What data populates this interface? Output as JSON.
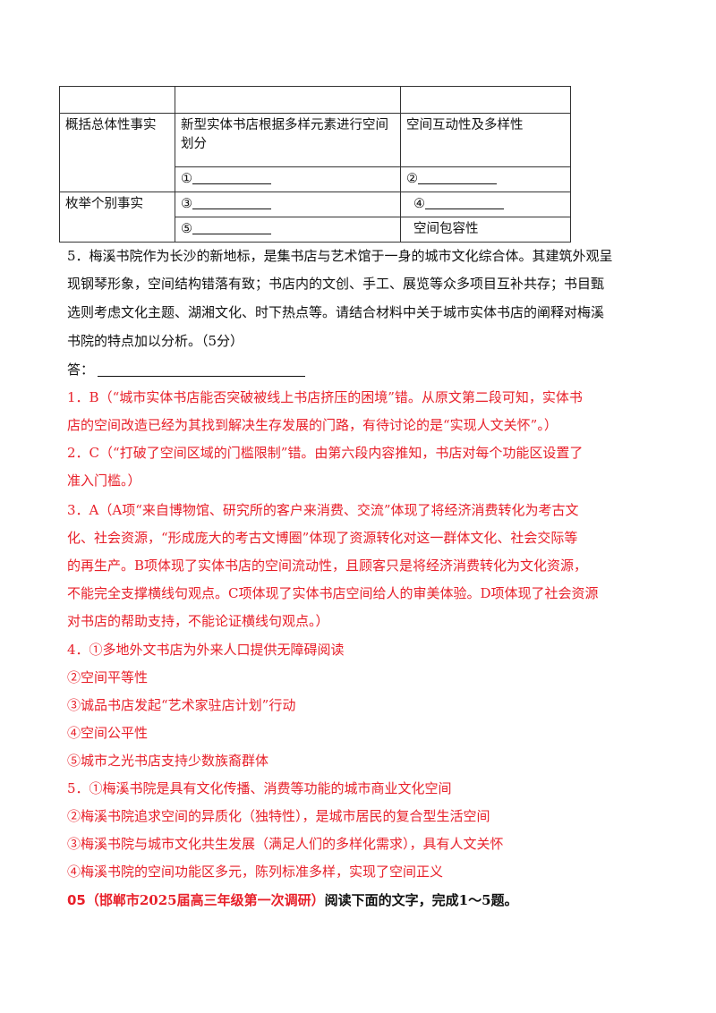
{
  "table": {
    "row1": {
      "c1": "",
      "c2": "",
      "c3": ""
    },
    "row2": {
      "c1": "概括总体性事实",
      "c2": "新型实体书店根据多样元素进行空间划分",
      "c3": "空间互动性及多样性"
    },
    "row3": {
      "c2_mark": "①",
      "c3_mark": "②"
    },
    "row4": {
      "c1": "枚举个别事实",
      "c2_mark": "③",
      "c3_mark": "④"
    },
    "row5": {
      "c2_mark": "⑤",
      "c3": "空间包容性"
    }
  },
  "question5": {
    "lines": [
      "5．梅溪书院作为长沙的新地标，是集书店与艺术馆于一身的城市文化综合体。其建筑外观呈",
      "现钢琴形象，空间结构错落有致；书店内的文创、手工、展览等众多项目互补共存；书目甄",
      "选则考虑文化主题、湖湘文化、时下热点等。请结合材料中关于城市实体书店的阐释对梅溪",
      "书院的特点加以分析。（5分）"
    ],
    "answer_label": "答："
  },
  "answers": [
    "1．B（“城市实体书店能否突破被线上书店挤压的困境”错。从原文第二段可知，实体书",
    "店的空间改造已经为其找到解决生存发展的门路，有待讨论的是“实现人文关怀”。）",
    "2．C（“打破了空间区域的门槛限制”错。由第六段内容推知，书店对每个功能区设置了",
    "准入门槛。）",
    "3．A（A项“来自博物馆、研究所的客户来消费、交流”体现了将经济消费转化为考古文",
    "化、社会资源，“形成庞大的考古文博圈”体现了资源转化对这一群体文化、社会交际等",
    "的再生产。B项体现了实体书店的空间流动性，且顾客只是将经济消费转化为文化资源，",
    "不能完全支撑横线句观点。C项体现了实体书店空间给人的审美体验。D项体现了社会资源",
    "对书店的帮助支持，不能论证横线句观点。）",
    "4．①多地外文书店为外来人口提供无障碍阅读",
    "②空间平等性",
    "③诚品书店发起“艺术家驻店计划”行动",
    "④空间公平性",
    "⑤城市之光书店支持少数族裔群体",
    "5．①梅溪书院是具有文化传播、消费等功能的城市商业文化空间",
    "②梅溪书院追求空间的异质化（独特性），是城市居民的复合型生活空间",
    "③梅溪书院与城市文化共生发展（满足人们的多样化需求），具有人文关怀",
    "④梅溪书院的空间功能区多元，陈列标准多样，实现了空间正义"
  ],
  "footer": {
    "number": "05",
    "source": "（邯郸市2025届高三年级第一次调研）",
    "instruction": "阅读下面的文字，完成1～5题。"
  }
}
